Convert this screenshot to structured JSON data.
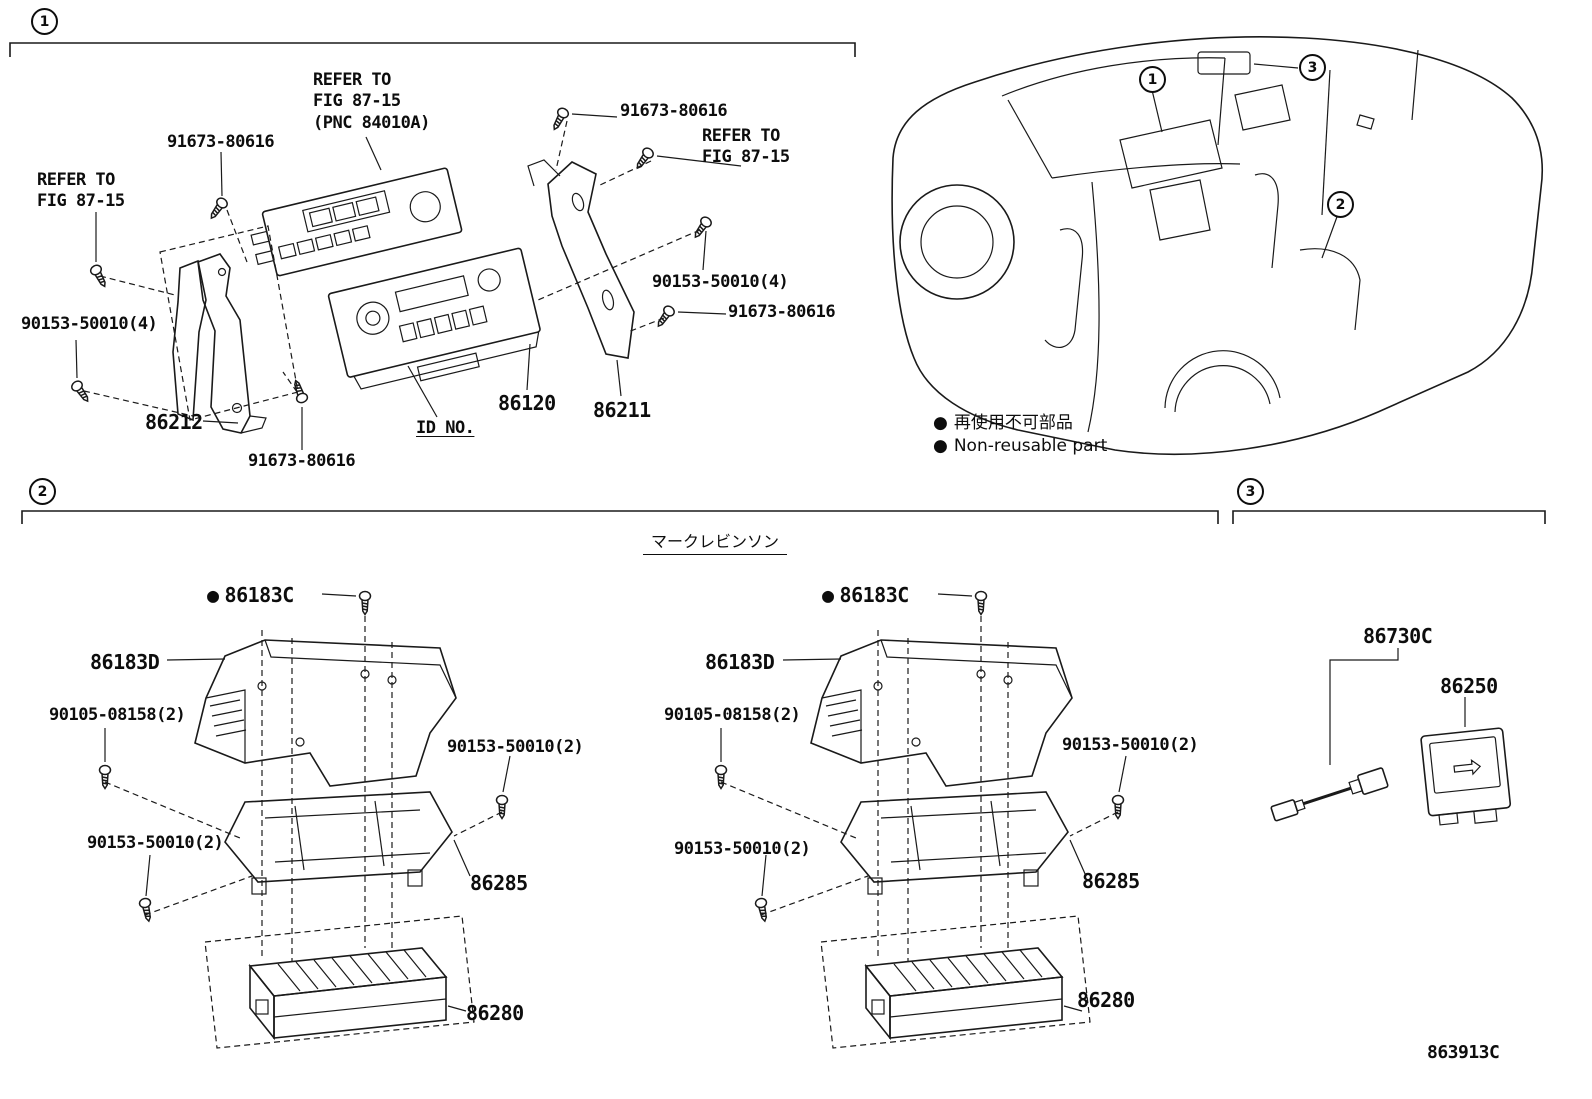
{
  "doc_code": "863913C",
  "symbols": {
    "bullet": "●"
  },
  "section_markers": {
    "one": "1",
    "two": "2",
    "three": "3"
  },
  "car": {
    "callouts": {
      "one": "1",
      "two": "2",
      "three": "3"
    },
    "legend": {
      "jp": "再使用不可部品",
      "en": "Non-reusable part"
    }
  },
  "section1": {
    "refer_fig_pnc": {
      "l1": "REFER TO",
      "l2": "FIG 87-15",
      "l3": "(PNC 84010A)"
    },
    "refer_fig_right": {
      "l1": "REFER TO",
      "l2": "FIG 87-15"
    },
    "refer_fig_left": {
      "l1": "REFER TO",
      "l2": "FIG 87-15"
    },
    "screw_top_left": "91673-80616",
    "screw_top_right": "91673-80616",
    "screw_mid_right": "91673-80616",
    "screw_bottom": "91673-80616",
    "bolt_right": "90153-50010(4)",
    "bolt_left": "90153-50010(4)",
    "radio_assy": "86120",
    "bracket_rh": "86211",
    "bracket_lh": "86212",
    "id_no": "ID NO."
  },
  "section2": {
    "title": "マークレビンソン",
    "left": {
      "cover_screw": "86183C",
      "cover": "86183D",
      "screw_pair": "90105-08158(2)",
      "bolt_upper": "90153-50010(2)",
      "bolt_lower": "90153-50010(2)",
      "bracket": "86285",
      "amplifier": "86280"
    },
    "right": {
      "cover_screw": "86183C",
      "cover": "86183D",
      "screw_pair": "90105-08158(2)",
      "bolt_upper": "90153-50010(2)",
      "bolt_lower": "90153-50010(2)",
      "bracket": "86285",
      "amplifier": "86280"
    }
  },
  "section3": {
    "wire": "86730C",
    "condenser": "86250"
  }
}
